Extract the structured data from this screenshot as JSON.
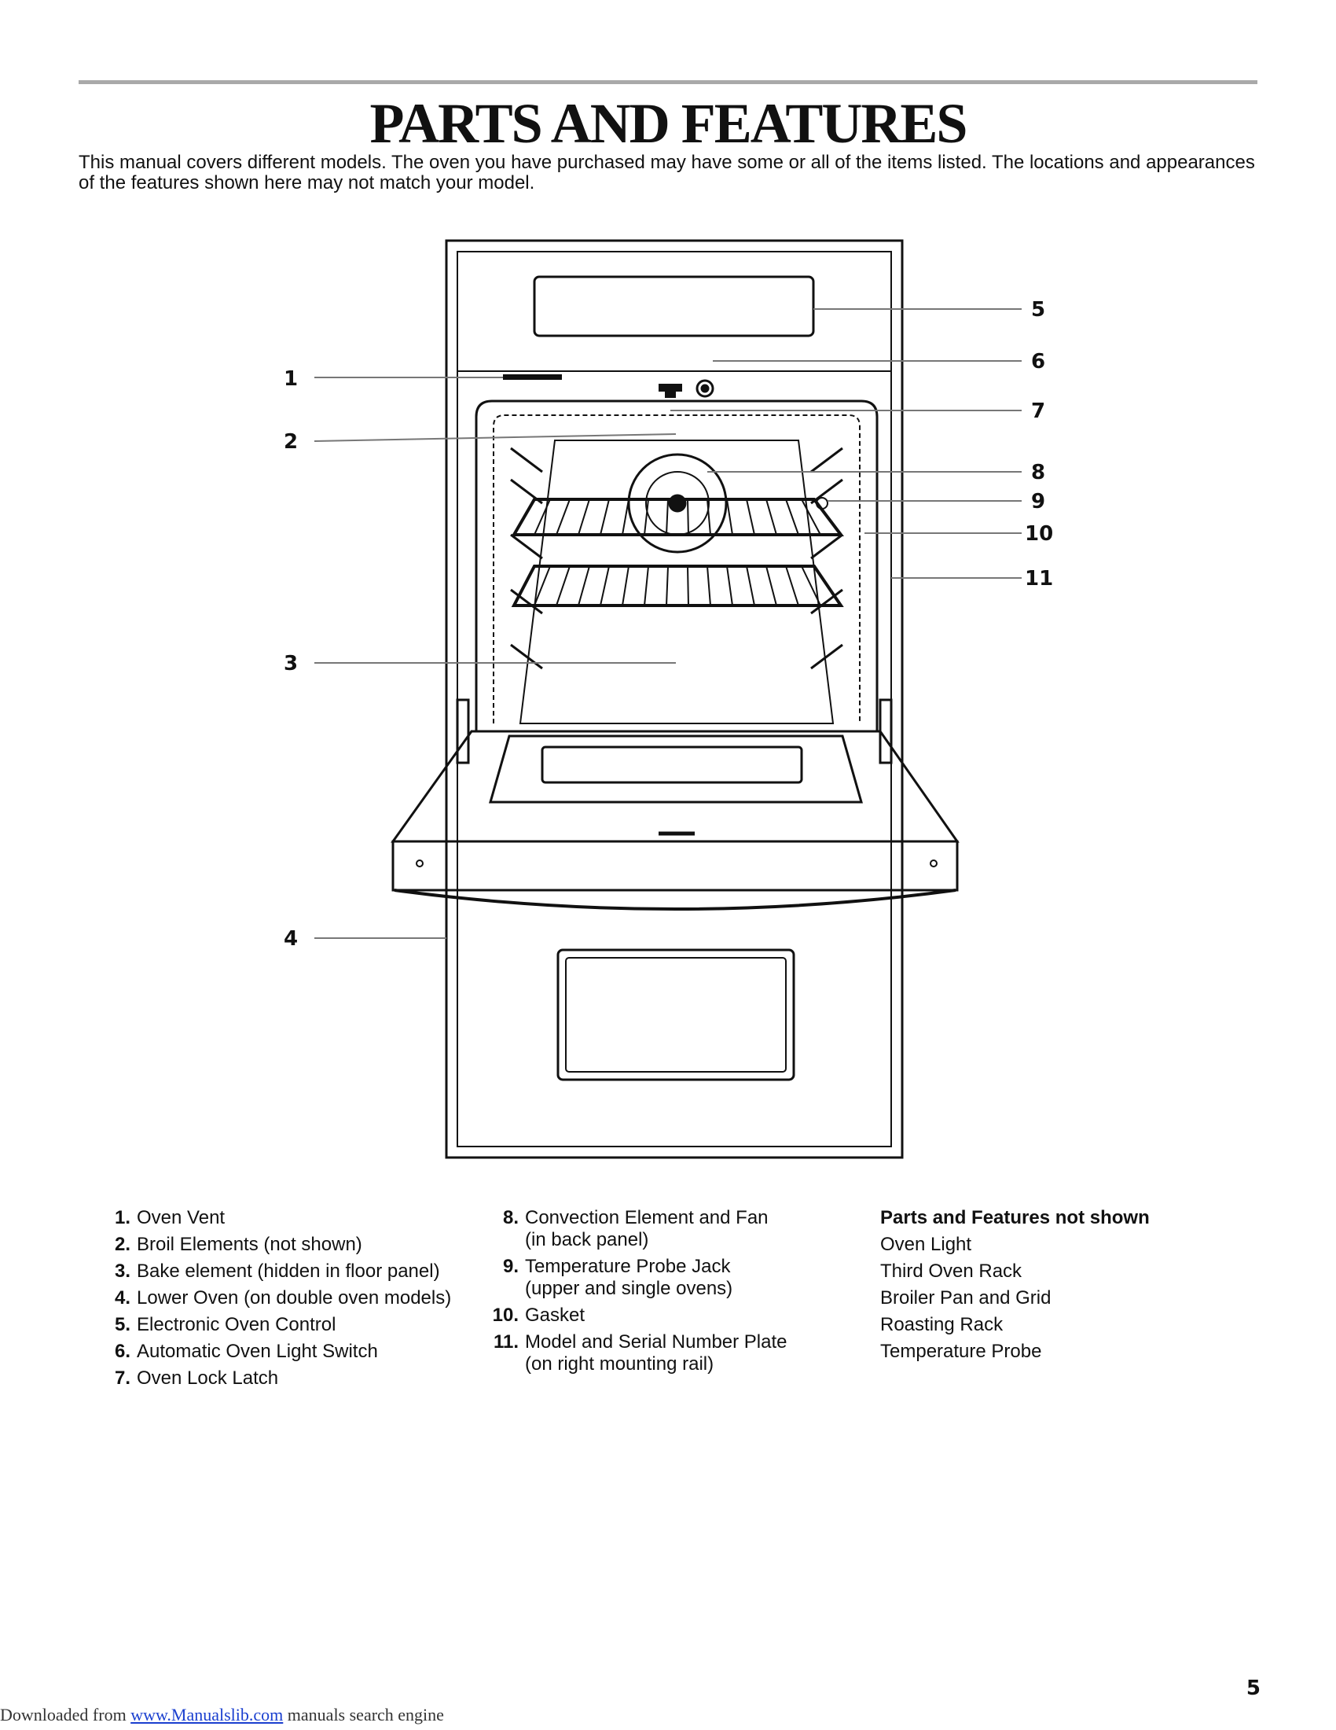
{
  "page": {
    "title": "PARTS AND FEATURES",
    "intro": "This manual covers different models. The oven you have purchased may have some or all of the items listed. The locations and appearances of the features shown here may not match your model.",
    "page_number": "5"
  },
  "diagram": {
    "callouts": [
      "1",
      "2",
      "3",
      "4",
      "5",
      "6",
      "7",
      "8",
      "9",
      "10",
      "11"
    ]
  },
  "legend": {
    "col1": [
      {
        "num": "1.",
        "text": "Oven Vent"
      },
      {
        "num": "2.",
        "text": "Broil Elements (not shown)"
      },
      {
        "num": "3.",
        "text": "Bake element (hidden in floor panel)"
      },
      {
        "num": "4.",
        "text": "Lower Oven (on double oven models)"
      },
      {
        "num": "5.",
        "text": "Electronic Oven Control"
      },
      {
        "num": "6.",
        "text": "Automatic Oven Light Switch"
      },
      {
        "num": "7.",
        "text": "Oven Lock Latch"
      }
    ],
    "col2": [
      {
        "num": "8.",
        "line1": "Convection Element and Fan",
        "line2": "(in back panel)"
      },
      {
        "num": "9.",
        "line1": "Temperature Probe Jack",
        "line2": "(upper and single ovens)"
      },
      {
        "num": "10.",
        "line1": "Gasket",
        "line2": ""
      },
      {
        "num": "11.",
        "line1": "Model and Serial Number Plate",
        "line2": "(on right mounting rail)"
      }
    ],
    "not_shown_heading": "Parts and Features not shown",
    "not_shown": [
      "Oven Light",
      "Third Oven Rack",
      "Broiler Pan and Grid",
      "Roasting Rack",
      "Temperature Probe"
    ]
  },
  "footer": {
    "prefix": "Downloaded from ",
    "link": "www.Manualslib.com",
    "suffix": " manuals search engine"
  }
}
